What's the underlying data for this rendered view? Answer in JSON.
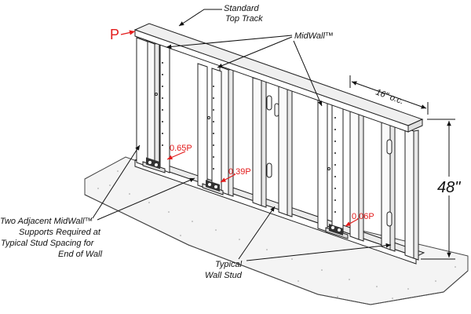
{
  "labels": {
    "top_track_line1": "Standard",
    "top_track_line2": "Top Track",
    "midwall": "MidWall™",
    "spacing": "16\" o.c.",
    "height": "48\"",
    "load_symbol": "P",
    "load_1": "0.65P",
    "load_2": "0.39P",
    "load_3": "0.06P",
    "end_note_line1": "Two Adjacent MidWall™",
    "end_note_line2": "Supports Required at",
    "end_note_line3": "Typical Stud Spacing for",
    "end_note_line4": "End of Wall",
    "stud_line1": "Typical",
    "stud_line2": "Wall Stud"
  },
  "colors": {
    "load_red": "#e31b1b",
    "line": "#1a1a1a",
    "concrete": "#f4f4f4"
  }
}
